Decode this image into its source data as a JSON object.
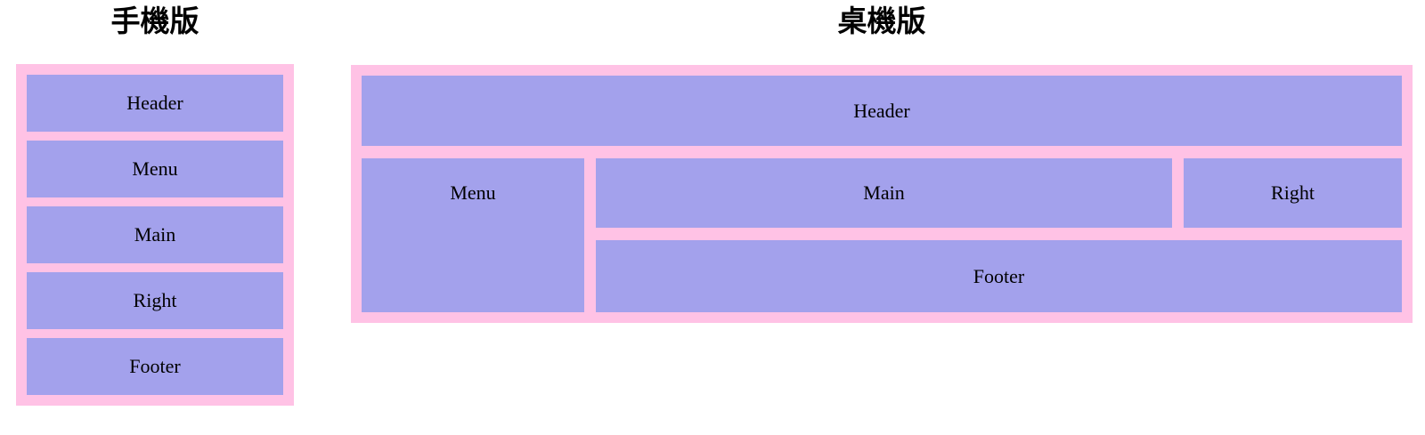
{
  "colors": {
    "container_pink": "#ffc2e5",
    "box_purple": "#a3a1ec",
    "label_text": "#000000",
    "title_text": "#000000",
    "page_background": "#ffffff"
  },
  "mobile": {
    "title": "手機版",
    "boxes": {
      "header": "Header",
      "menu": "Menu",
      "main": "Main",
      "right": "Right",
      "footer": "Footer"
    }
  },
  "desktop": {
    "title": "桌機版",
    "boxes": {
      "header": "Header",
      "menu": "Menu",
      "main": "Main",
      "right": "Right",
      "footer": "Footer"
    }
  }
}
